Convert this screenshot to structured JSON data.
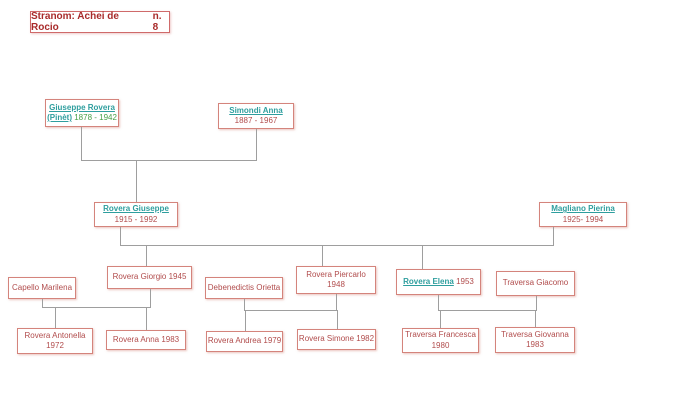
{
  "title": {
    "label": "Stranom: Achei de Rocio",
    "number": "n. 8"
  },
  "colors": {
    "accent_red_text": "#b14c4c",
    "title_red": "#a82a2a",
    "box_border": "#d4847c",
    "link_teal": "#2e9e9e",
    "date_green": "#46a046",
    "connector_gray": "#9e9e9e"
  },
  "persons": {
    "giuseppe_rovera": {
      "name_line1": "Giuseppe Rovera",
      "name_line2": "(Pinèt)",
      "dates": "1878 - 1942"
    },
    "simondi_anna": {
      "name": "Simondi Anna",
      "dates": "1887 - 1967"
    },
    "rovera_giuseppe": {
      "name": "Rovera Giuseppe",
      "dates": "1915 - 1992"
    },
    "magliano_pierina": {
      "name": "Magliano Pierina",
      "dates": "1925- 1994"
    },
    "capello_marilena": {
      "name": "Capello Marilena"
    },
    "rovera_giorgio": {
      "name": "Rovera Giorgio 1945"
    },
    "debenedictis_orietta": {
      "name": "Debenedictis Orietta"
    },
    "rovera_piercarlo": {
      "name": "Rovera Piercarlo",
      "dates": "1948"
    },
    "rovera_elena": {
      "name": "Rovera Elena",
      "dates": "1953"
    },
    "traversa_giacomo": {
      "name": "Traversa Giacomo"
    },
    "rovera_antonella": {
      "name": "Rovera Antonella",
      "dates": "1972"
    },
    "rovera_anna": {
      "name": "Rovera Anna 1983"
    },
    "rovera_andrea": {
      "name": "Rovera Andrea 1979"
    },
    "rovera_simone": {
      "name": "Rovera Simone 1982"
    },
    "traversa_francesca": {
      "name": "Traversa Francesca",
      "dates": "1980"
    },
    "traversa_giovanna": {
      "name": "Traversa Giovanna",
      "dates": "1983"
    }
  }
}
